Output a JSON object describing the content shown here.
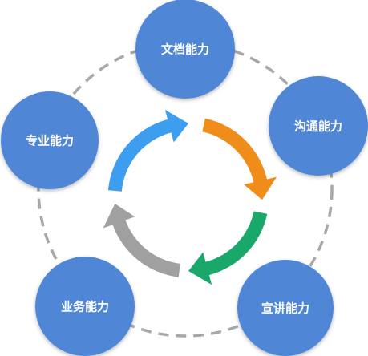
{
  "nodes": [
    {
      "label": "文档能力",
      "color": "#4f86d6"
    },
    {
      "label": "沟通能力",
      "color": "#4f86d6"
    },
    {
      "label": "宣讲能力",
      "color": "#4f86d6"
    },
    {
      "label": "业务能力",
      "color": "#4f86d6"
    },
    {
      "label": "专业能力",
      "color": "#4f86d6"
    }
  ],
  "cycle_arrows": [
    {
      "color": "#3d9ef0"
    },
    {
      "color": "#f08c1a"
    },
    {
      "color": "#1aa86a"
    },
    {
      "color": "#a0a0a0"
    }
  ],
  "ring_color": "#a8a8a8"
}
